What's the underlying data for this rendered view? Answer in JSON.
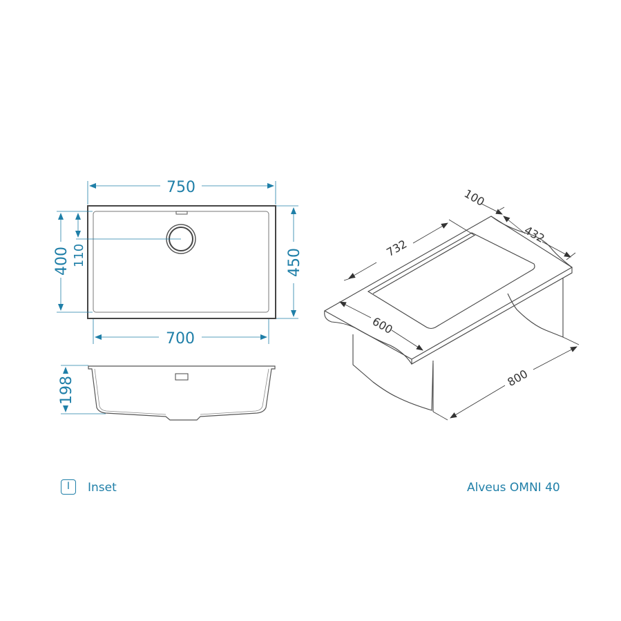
{
  "top_view": {
    "overall_width": "750",
    "inner_width": "700",
    "inner_depth": "400",
    "overall_depth": "450",
    "drain_offset": "110"
  },
  "side_view": {
    "depth": "198"
  },
  "iso_view": {
    "back_margin": "100",
    "cutout_depth": "432",
    "cutout_width": "732",
    "cabinet_depth": "600",
    "cabinet_width": "800"
  },
  "footer": {
    "badge_glyph": "I",
    "mount_type": "Inset",
    "product_name": "Alveus OMNI 40"
  },
  "colors": {
    "dimension": "#1f7fa8",
    "outline": "#333333"
  }
}
